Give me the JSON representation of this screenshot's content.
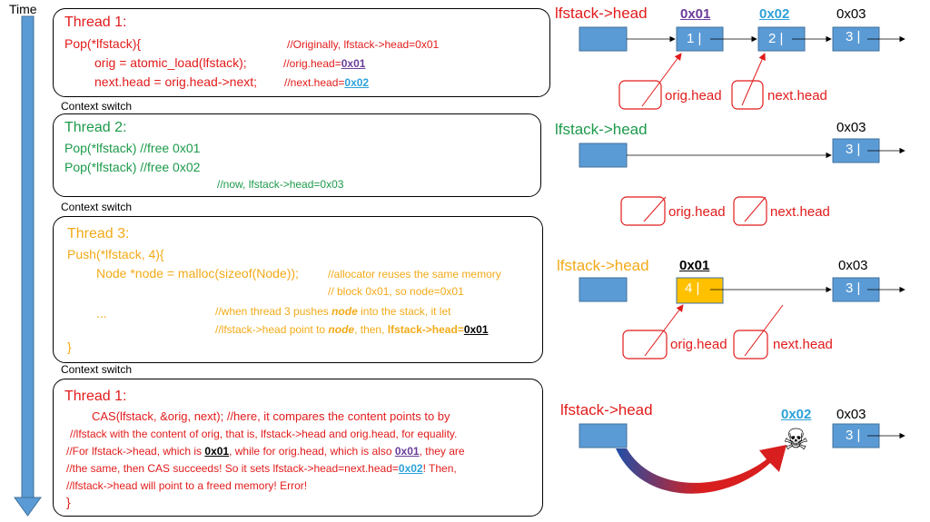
{
  "time_label": "Time",
  "context_switch": "Context switch",
  "box1": {
    "title": "Thread 1:",
    "lines": [
      "Pop(*lfstack){",
      "//Originally, lfstack->head=0x01",
      "orig = atomic_load(lfstack);",
      "//orig.head=",
      "0x01",
      "next.head = orig.head->next;",
      "//next.head=",
      "0x02"
    ]
  },
  "box2": {
    "title": "Thread 2:",
    "lines": [
      "Pop(*lfstack) //free 0x01",
      "Pop(*lfstack) //free 0x02",
      "//now, lfstack->head=0x03"
    ]
  },
  "box3": {
    "title": "Thread 3:",
    "lines": [
      "Push(*lfstack, 4){",
      "Node *node = malloc(sizeof(Node));",
      "//allocator reuses the same memory",
      "// block 0x01, so node=0x01",
      "...",
      "//when thread 3 pushes ",
      "node",
      " into the stack, it let",
      "//lfstack->head point  to ",
      ", then, ",
      "lfstack->head=",
      "0x01",
      "}"
    ]
  },
  "box4": {
    "title": "Thread 1:",
    "lines": [
      "CAS(lfstack, &orig, next); //here, it compares the content points to by",
      "//lfstack with the content of orig, that is, lfstack->head and orig.head, for equality.",
      "//For lfstack->head, which is ",
      "0x01",
      ", while for orig.head, which is also ",
      ", they are",
      "//the same, then CAS succeeds! So it sets lfstack->head=next.head=",
      "0x02",
      "! Then,",
      "//lfstack->head will point to a freed memory! Error!",
      "}"
    ]
  },
  "diagram": {
    "head_label": "lfstack->head",
    "orig_label": "orig.head",
    "next_label": "next.head",
    "addr_01": "0x01",
    "addr_02": "0x02",
    "addr_03": "0x03",
    "node1": "1 |",
    "node2": "2 |",
    "node3": "3 |",
    "node4": "4 |",
    "skull": "☠"
  },
  "colors": {
    "red": "#e21b1b",
    "green": "#1c9a4a",
    "yellow": "#f2aa18",
    "node_blue": "#5b9bd5",
    "node_border": "#41719c",
    "node_yellow": "#ffc000",
    "purple": "#6a3d9a",
    "light_blue": "#2ea1d8"
  }
}
